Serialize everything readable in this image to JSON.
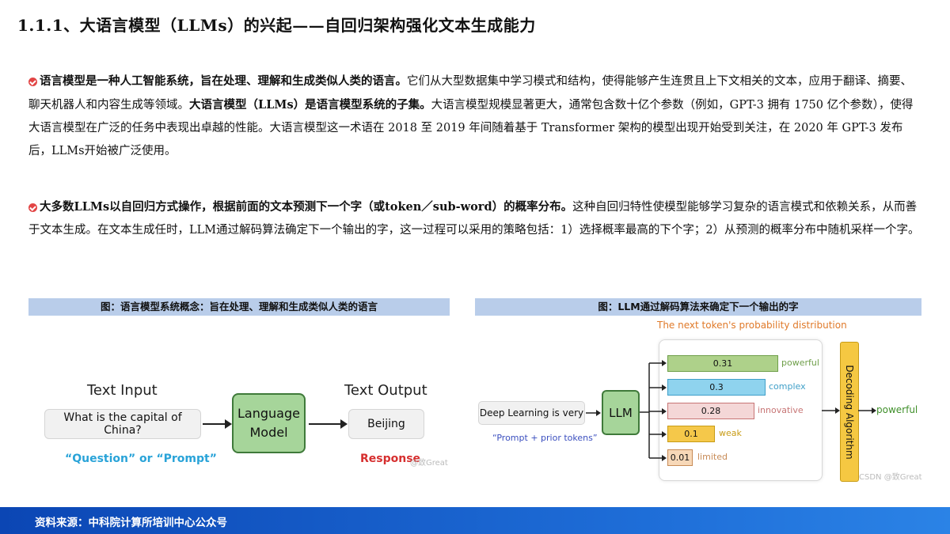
{
  "title": "1.1.1、大语言模型（LLMs）的兴起——自回归架构强化文本生成能力",
  "para1": {
    "bold1": "语言模型是一种人工智能系统，旨在处理、理解和生成类似人类的语言。",
    "text1": "它们从大型数据集中学习模式和结构，使得能够产生连贯且上下文相关的文本，应用于翻译、摘要、聊天机器人和内容生成等领域。",
    "bold2": "大语言模型（LLMs）是语言模型系统的子集。",
    "text2": "大语言模型规模显著更大，通常包含数十亿个参数（例如，GPT-3 拥有 1750 亿个参数），使得大语言模型在广泛的任务中表现出卓越的性能。大语言模型这一术语在 2018 至 2019 年间随着基于 Transformer 架构的模型出现开始受到关注，在 2020 年 GPT-3 发布后，LLMs开始被广泛使用。"
  },
  "para2": {
    "bold1": "大多数LLMs以自回归方式操作，根据前面的文本预测下一个字（或token／sub-word）的概率分布。",
    "text1": "这种自回归特性使模型能够学习复杂的语言模式和依赖关系，从而善于文本生成。在文本生成任时，LLM通过解码算法确定下一个输出的字，这一过程可以采用的策略包括：1）选择概率最高的下个字；2）从预测的概率分布中随机采样一个字。"
  },
  "fig1": {
    "caption": "图：语言模型系统概念：旨在处理、理解和生成类似人类的语言",
    "input_title": "Text Input",
    "input_text": "What is the capital of China?",
    "model": "Language Model",
    "output_title": "Text Output",
    "output_text": "Beijing",
    "question_label": "“Question” or “Prompt”",
    "response_label": "Response",
    "watermark": "@致Great"
  },
  "fig2": {
    "caption": "图：LLM通过解码算法来确定下一个输出的字",
    "dist_title": "The next token's probability distribution",
    "prompt_text": "Deep Learning is very",
    "prompt_label": "“Prompt + prior tokens”",
    "llm": "LLM",
    "decoder": "Decoding Algorithm",
    "output": "powerful",
    "watermark": "CSDN @致Great",
    "tokens": [
      {
        "word": "powerful",
        "prob": "0.31",
        "fill": "#aed18a",
        "border": "#6f9f4a",
        "text": "#6f9f4a"
      },
      {
        "word": "complex",
        "prob": "0.3",
        "fill": "#8fd3ee",
        "border": "#3f9fc8",
        "text": "#3f9fc8"
      },
      {
        "word": "innovative",
        "prob": "0.28",
        "fill": "#f4d7d7",
        "border": "#c77575",
        "text": "#c77575"
      },
      {
        "word": "weak",
        "prob": "0.1",
        "fill": "#f5c84a",
        "border": "#c89c16",
        "text": "#c89c16"
      },
      {
        "word": "limited",
        "prob": "0.01",
        "fill": "#f7d8b8",
        "border": "#c78a55",
        "text": "#c78a55"
      }
    ]
  },
  "footer": "资料来源：中科院计算所培训中心公众号"
}
